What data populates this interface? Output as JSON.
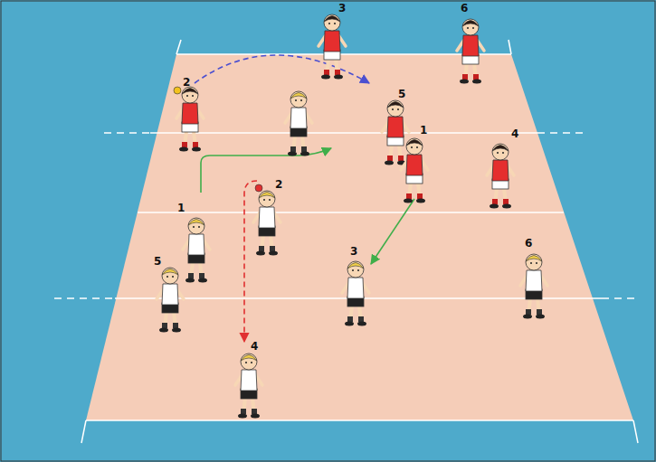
{
  "diagram": {
    "labels": [
      "3",
      "6",
      "2",
      "5",
      "1",
      "4",
      "2",
      "1",
      "6",
      "5",
      "3",
      "4"
    ]
  }
}
